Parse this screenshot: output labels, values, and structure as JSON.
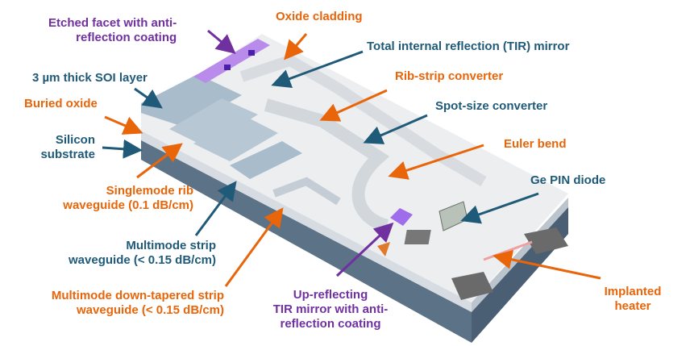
{
  "colors": {
    "purple": "#7030A0",
    "orange": "#E8650A",
    "teal": "#1F5A78",
    "substrate": "#5B7287",
    "oxide": "#D6DCE2",
    "silicon": "#A9BCCB",
    "cladding": "#ECEEF0"
  },
  "labels": {
    "etched_facet": [
      "Etched facet with anti-",
      "reflection coating"
    ],
    "oxide_cladding": "Oxide cladding",
    "tir_mirror": "Total internal reflection (TIR) mirror",
    "soi_layer": "3 µm thick SOI layer",
    "rib_strip": "Rib-strip converter",
    "buried_oxide": "Buried oxide",
    "spot_size": "Spot-size converter",
    "silicon_substrate": [
      "Silicon",
      "substrate"
    ],
    "euler_bend": "Euler bend",
    "singlemode_rib": [
      "Singlemode rib",
      "waveguide (0.1 dB/cm)"
    ],
    "ge_pin": "Ge PIN diode",
    "multimode_strip": [
      "Multimode strip",
      "waveguide (< 0.15 dB/cm)"
    ],
    "multimode_tapered": [
      "Multimode down-tapered strip",
      "waveguide (< 0.15 dB/cm)"
    ],
    "up_reflecting": [
      "Up-reflecting",
      "TIR mirror with anti-",
      "reflection coating"
    ],
    "implanted_heater": [
      "Implanted",
      "heater"
    ]
  }
}
